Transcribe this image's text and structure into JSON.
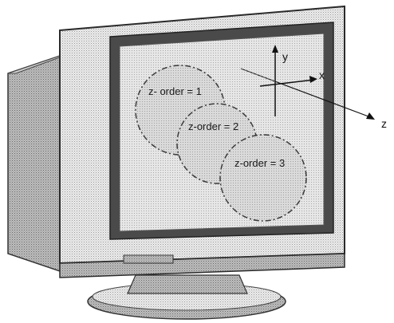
{
  "diagram": {
    "circles": [
      {
        "label": "z- order = 1",
        "z_order": 1
      },
      {
        "label": "z-order = 2",
        "z_order": 2
      },
      {
        "label": "z-order = 3",
        "z_order": 3
      }
    ],
    "axes": {
      "y_label": "y",
      "x_label": "x",
      "z_label": "z"
    }
  },
  "colors": {
    "screen_fill": "#e3e3e3",
    "bezel_fill": "#e9e9e9",
    "circle_fill": "#d6d6d6",
    "outline": "#3a3a3a"
  }
}
